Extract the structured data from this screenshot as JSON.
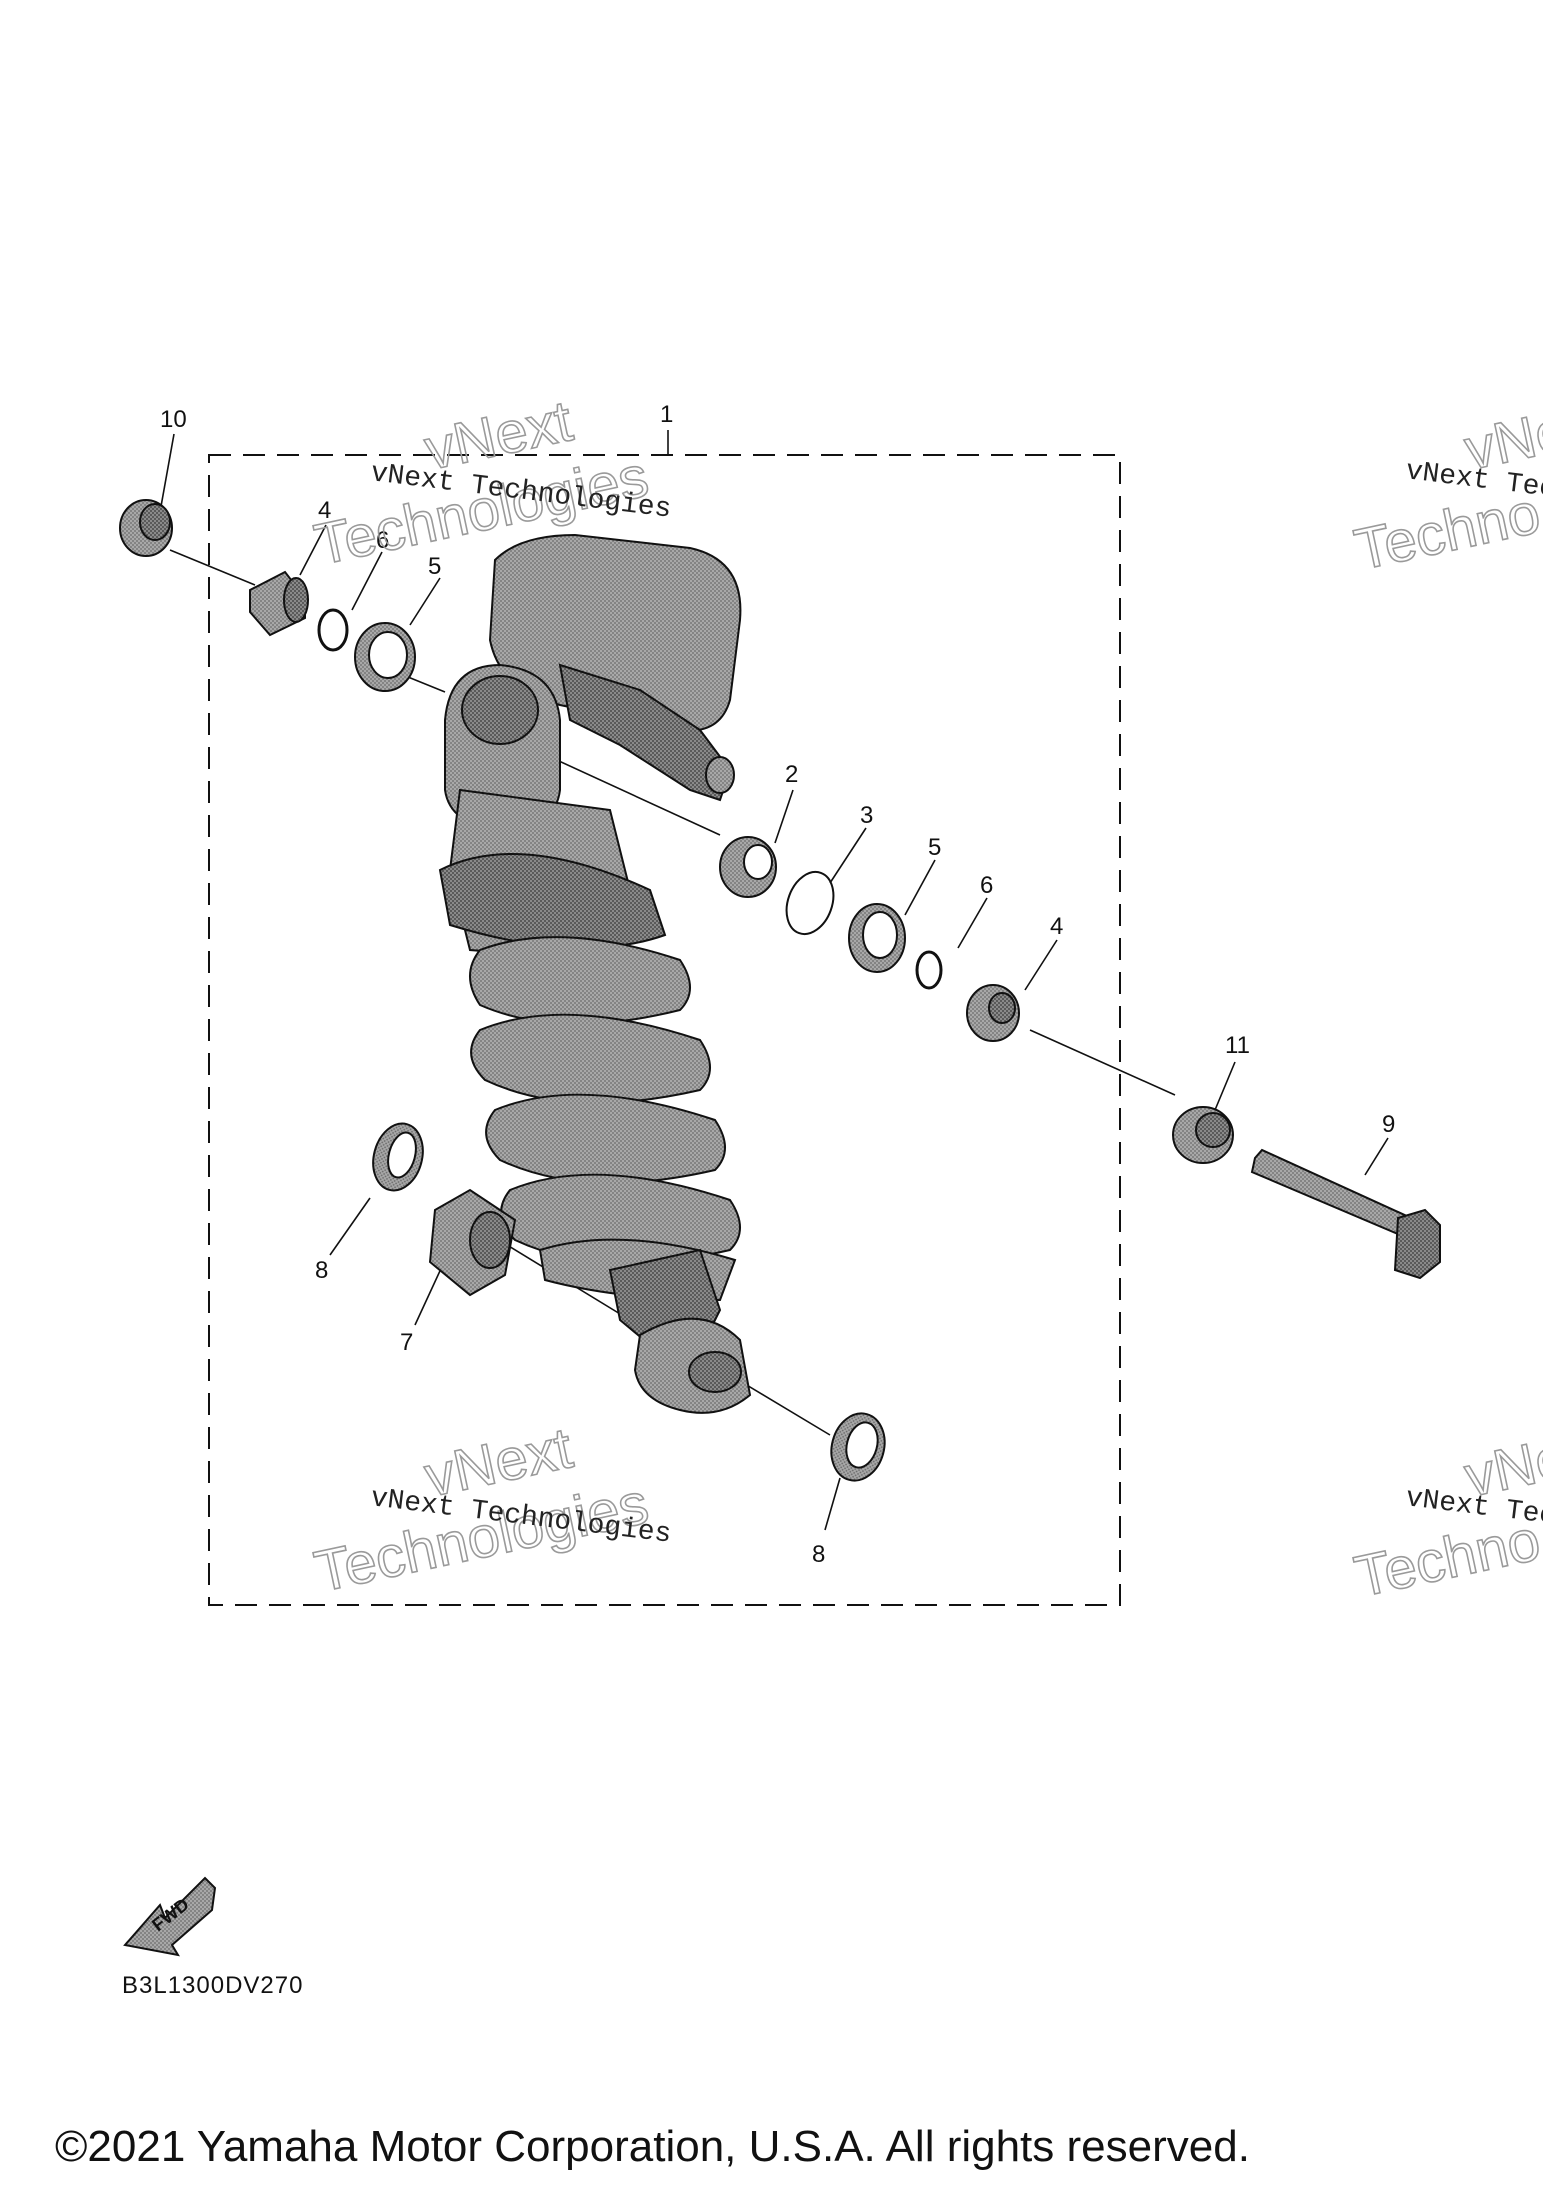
{
  "diagram": {
    "callouts": {
      "c1": "1",
      "c2": "2",
      "c3": "3",
      "c4a": "4",
      "c4b": "4",
      "c5a": "5",
      "c5b": "5",
      "c6a": "6",
      "c6b": "6",
      "c7": "7",
      "c8a": "8",
      "c8b": "8",
      "c9": "9",
      "c10": "10",
      "c11": "11"
    },
    "fwd_label": "FWD",
    "diagram_code": "B3L1300DV270"
  },
  "watermark": {
    "line": "vNext Technologies",
    "big_1": "vNext",
    "big_2": "Technologies",
    "line_clipped": "vNext Tec",
    "big_clipped_1": "vNe",
    "big_clipped_2": "Techno"
  },
  "footer": {
    "copyright": "©2021 Yamaha Motor Corporation, U.S.A. All rights reserved."
  },
  "colors": {
    "part_fill": "#9a9a9a",
    "part_dark": "#6e6e6e",
    "line": "#111111"
  }
}
